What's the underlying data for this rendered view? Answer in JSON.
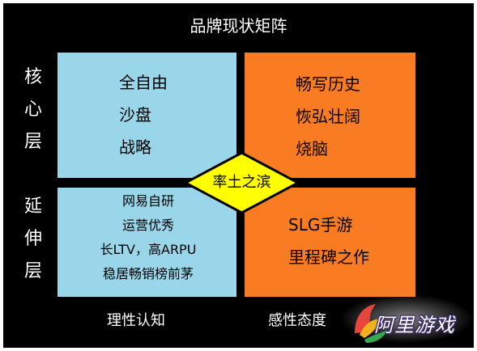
{
  "title": "品牌现状矩阵",
  "left_labels": {
    "core": [
      "核",
      "心",
      "层"
    ],
    "extended": [
      "延",
      "伸",
      "层"
    ]
  },
  "quadrants": {
    "top_left": [
      "全自由",
      "沙盘",
      "战略"
    ],
    "top_right": [
      "畅写历史",
      "恢弘壮阔",
      "烧脑"
    ],
    "bottom_left": [
      "网易自研",
      "运营优秀",
      "长LTV，高ARPU",
      "稳居畅销榜前茅"
    ],
    "bottom_right": [
      "SLG手游",
      "里程碑之作"
    ]
  },
  "center": "率土之滨",
  "bottom_labels": {
    "left": "理性认知",
    "right": "感性态度"
  },
  "watermark": "阿里游戏",
  "colors": {
    "background": "#000000",
    "blue": "#9ad6ea",
    "orange": "#f97b22",
    "diamond": "#ffff00"
  }
}
